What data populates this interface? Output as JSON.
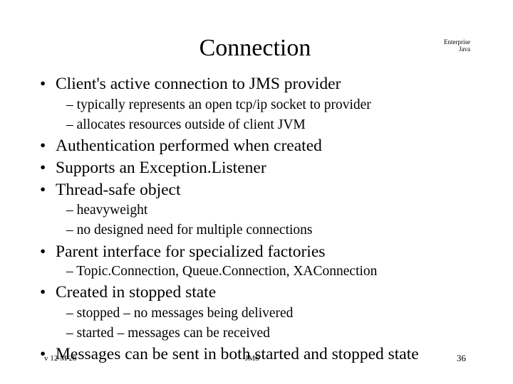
{
  "slide": {
    "title": "Connection",
    "corner_line1": "Enterprise",
    "corner_line2": "Java",
    "bullets": [
      {
        "text": "Client's active connection to JMS provider"
      },
      {
        "text": "– typically represents an open tcp/ip socket to provider"
      },
      {
        "text": "– allocates resources outside of client JVM"
      },
      {
        "text": "Authentication performed when created"
      },
      {
        "text": "Supports an Exception.Listener"
      },
      {
        "text": "Thread-safe object"
      },
      {
        "text": "– heavyweight"
      },
      {
        "text": "– no designed need for multiple connections"
      },
      {
        "text": "Parent interface for specialized factories"
      },
      {
        "text": "– Topic.Connection, Queue.Connection, XAConnection"
      },
      {
        "text": "Created in stopped state"
      },
      {
        "text": "– stopped – no messages being delivered"
      },
      {
        "text": "– started – messages can be received"
      },
      {
        "text": "Messages can be sent in both started and stopped state"
      }
    ],
    "bullet_glyph": "•",
    "footer_left": "v 12 M 28",
    "footer_center": "JMS",
    "page_number": "36"
  }
}
